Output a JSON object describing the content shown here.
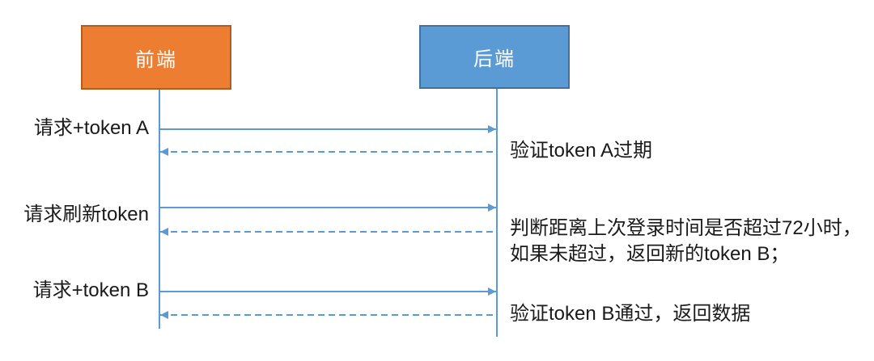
{
  "actors": {
    "frontend": "前端",
    "backend": "后端"
  },
  "requests": {
    "r1": "请求+token A",
    "r2": "请求刷新token",
    "r3": "请求+token B"
  },
  "responses": {
    "n1": "验证token A过期",
    "n2_line1": "判断距离上次登录时间是否超过72小时，",
    "n2_line2": "如果未超过，返回新的token B；",
    "n3": "验证token B通过，返回数据"
  },
  "colors": {
    "frontend_fill": "#ED7D31",
    "frontend_border": "#AC5E24",
    "backend_fill": "#5B9BD5",
    "backend_border": "#41719C",
    "line": "#5B9BD5",
    "text": "#1A1A1A"
  }
}
